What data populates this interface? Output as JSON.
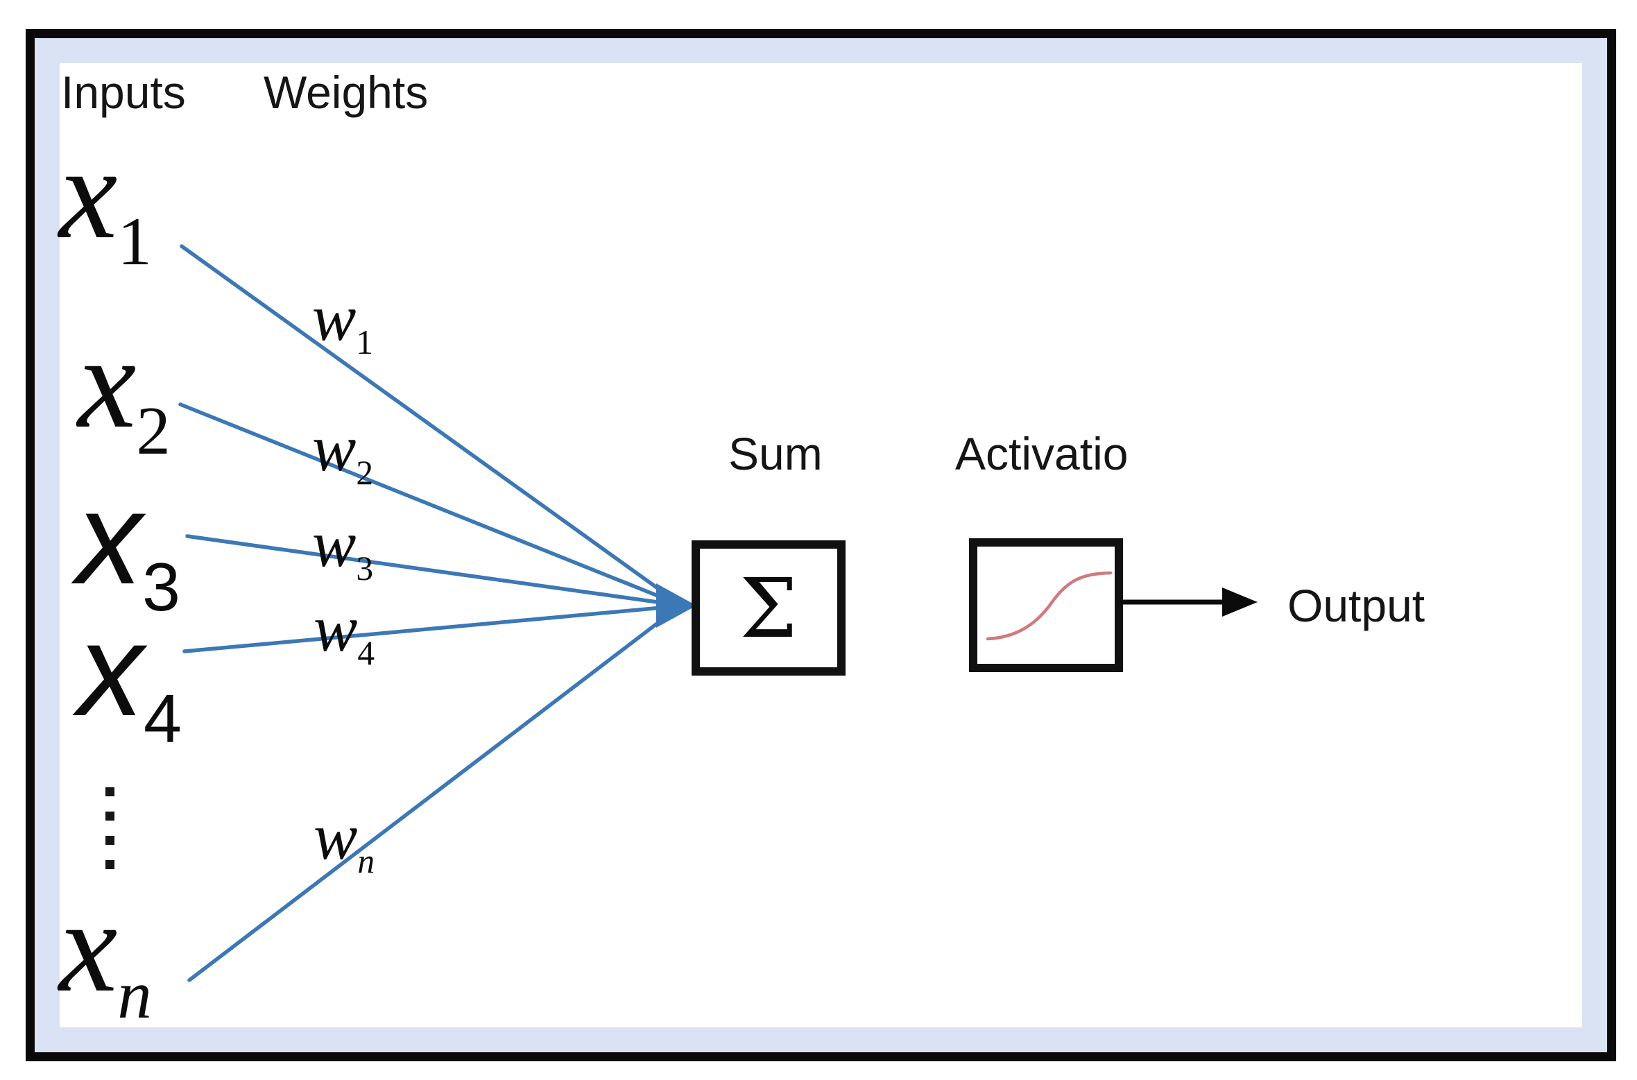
{
  "diagram": {
    "labels": {
      "inputs": "Inputs",
      "weights": "Weights",
      "sum": "Sum",
      "activation": "Activatio",
      "output": "Output"
    },
    "sum_symbol": "Σ",
    "inputs": [
      {
        "base": "x",
        "sub": "1"
      },
      {
        "base": "x",
        "sub": "2"
      },
      {
        "base": "x",
        "sub": "3"
      },
      {
        "base": "x",
        "sub": "4"
      },
      {
        "base": "x",
        "sub": "n"
      }
    ],
    "weights": [
      {
        "base": "w",
        "sub": "1"
      },
      {
        "base": "w",
        "sub": "2"
      },
      {
        "base": "w",
        "sub": "3"
      },
      {
        "base": "w",
        "sub": "4"
      },
      {
        "base": "w",
        "sub": "n"
      }
    ],
    "ellipsis_dot_count": 4,
    "colors": {
      "connector_blue": "#3c77b6",
      "frame_black": "#0a0a0a",
      "panel_blue": "#d9e3f4",
      "sigmoid_red": "#d0797e"
    }
  }
}
